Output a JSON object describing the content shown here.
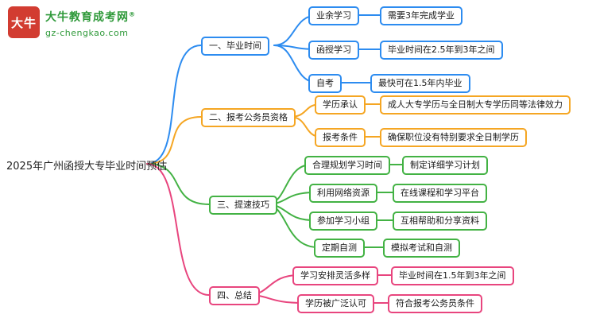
{
  "logo": {
    "badge": "大牛",
    "title": "大牛教育成考网",
    "registered": "®",
    "url": "gz-chengkao.com",
    "badge_color": "#d23c31",
    "text_color": "#2e9939"
  },
  "root": {
    "label": "2025年广州函授大专毕业时间预估"
  },
  "branches": [
    {
      "label": "一、毕业时间",
      "color": "#2d8cf0",
      "children": [
        {
          "key": "业余学习",
          "value": "需要3年完成学业"
        },
        {
          "key": "函授学习",
          "value": "毕业时间在2.5年到3年之间"
        },
        {
          "key": "自考",
          "value": "最快可在1.5年内毕业"
        }
      ]
    },
    {
      "label": "二、报考公务员资格",
      "color": "#f5a623",
      "children": [
        {
          "key": "学历承认",
          "value": "成人大专学历与全日制大专学历同等法律效力"
        },
        {
          "key": "报考条件",
          "value": "确保职位没有特别要求全日制学历"
        }
      ]
    },
    {
      "label": "三、提速技巧",
      "color": "#43b244",
      "children": [
        {
          "key": "合理规划学习时间",
          "value": "制定详细学习计划"
        },
        {
          "key": "利用网络资源",
          "value": "在线课程和学习平台"
        },
        {
          "key": "参加学习小组",
          "value": "互相帮助和分享资料"
        },
        {
          "key": "定期自测",
          "value": "模拟考试和自测"
        }
      ]
    },
    {
      "label": "四、总结",
      "color": "#e8457e",
      "children": [
        {
          "key": "学习安排灵活多样",
          "value": "毕业时间在1.5年到3年之间"
        },
        {
          "key": "学历被广泛认可",
          "value": "符合报考公务员条件"
        }
      ]
    }
  ]
}
